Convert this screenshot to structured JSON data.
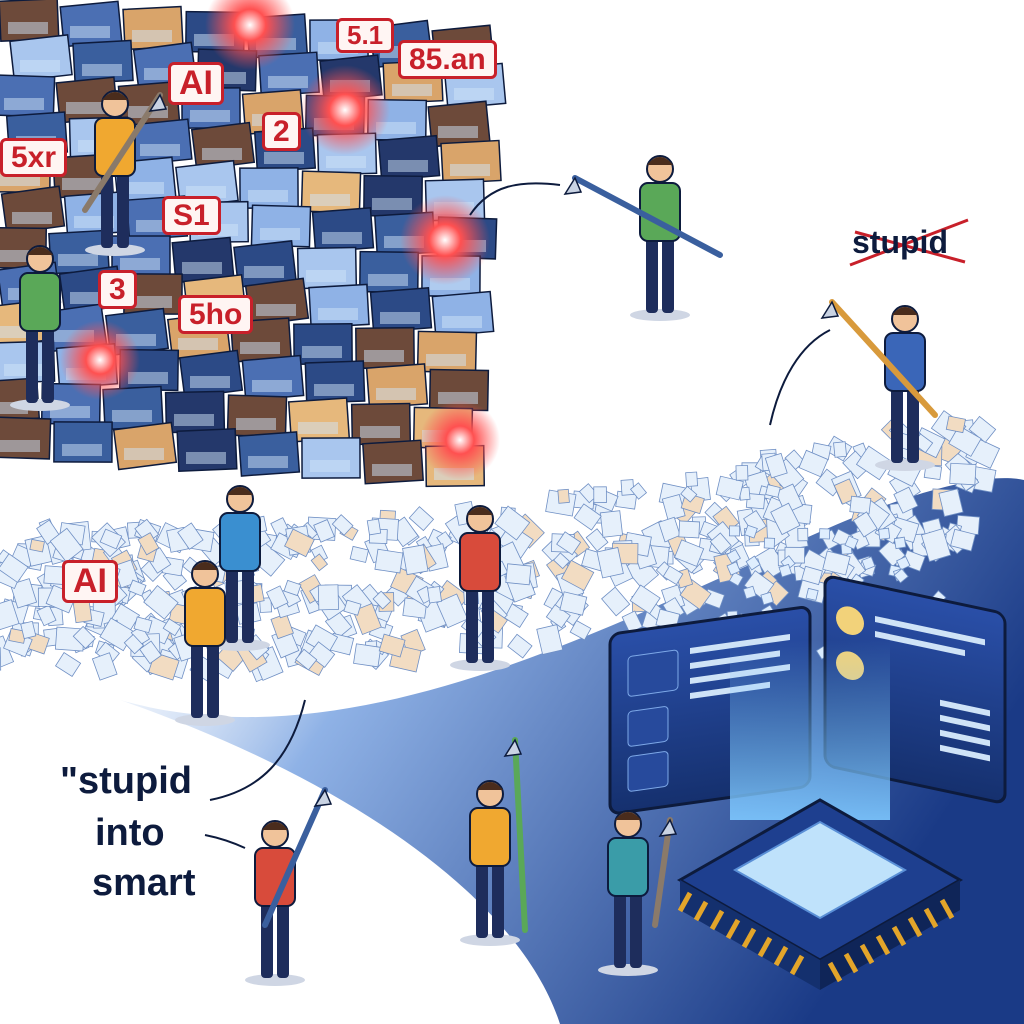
{
  "tags": {
    "t1": "85.an",
    "t2": "AI",
    "t3": "2",
    "t4": "5.1",
    "t5": "5xr",
    "t6": "S1",
    "t7": "3",
    "t8": "5ho",
    "t9": "AI"
  },
  "captions": {
    "stupid_crossed": "stupid",
    "quote_line1": "\"stupid",
    "quote_line2": "into",
    "quote_line3": "smart"
  },
  "colors": {
    "navy": "#0d1b3d",
    "red": "#c8202a",
    "blue_dark": "#1e3f8f",
    "blue_light": "#cfe3f7",
    "chip_gold": "#e3a52a"
  }
}
